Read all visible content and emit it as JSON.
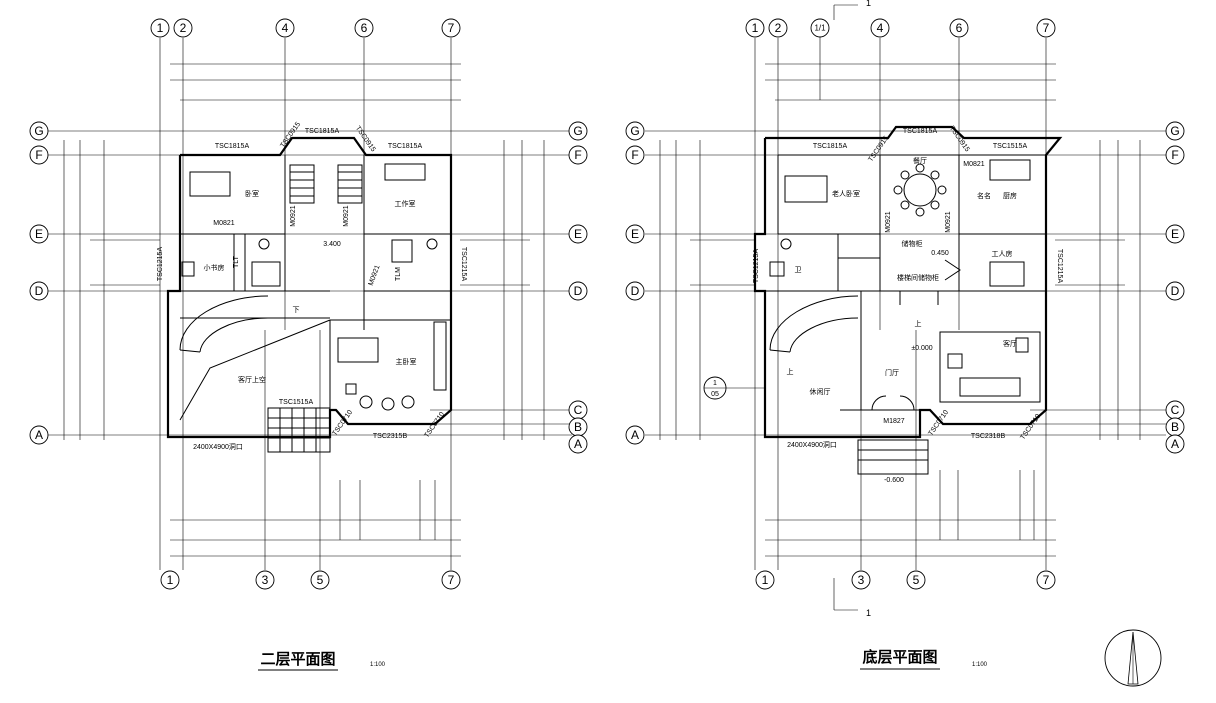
{
  "axes": {
    "numbers_top_left": [
      "1",
      "2",
      "4",
      "6",
      "7"
    ],
    "numbers_bottom_left": [
      "1",
      "3",
      "5",
      "7"
    ],
    "numbers_top_right": [
      "1",
      "2",
      "1/1",
      "4",
      "6",
      "7"
    ],
    "numbers_bottom_right": [
      "1",
      "3",
      "5",
      "7"
    ],
    "letters_left": [
      "G",
      "F",
      "E",
      "D",
      "A"
    ],
    "letters_right": [
      "G",
      "F",
      "E",
      "D",
      "C",
      "B",
      "A"
    ],
    "letters_right_outer": [
      "C",
      "B",
      "A"
    ]
  },
  "second_floor": {
    "title": "二层平面图",
    "scale": "1:100",
    "rooms": {
      "bedroom": "卧室",
      "study": "工作室",
      "small_study": "小书房",
      "master_bedroom": "主卧室",
      "living_upper": "客厅上空",
      "down": "下",
      "toilet_a": "TLT",
      "toilet_b": "TLM"
    },
    "windows": {
      "g_left": "TSC1815A",
      "g_mid": "TSC1815A",
      "g_right": "TSC1815A",
      "bay_left": "TSC0915",
      "bay_right": "TSC0915",
      "side_left": "TSC1215A",
      "side_right": "TSC1215A",
      "bottom": "TSC1515A",
      "bottom_right": "TSC2315B",
      "corner_a": "TSC0710",
      "corner_b": "TSC0710",
      "opening": "2400X4900洞口"
    },
    "doors": [
      "M0821",
      "M0921",
      "M0921",
      "M0921"
    ],
    "elevation": "3.400"
  },
  "ground_floor": {
    "title": "底层平面图",
    "scale": "1:100",
    "rooms": {
      "elder_bedroom": "老人卧室",
      "dining": "餐厅",
      "kitchen": "厨房",
      "kitchen_prefix": "名名",
      "bath": "卫",
      "servant": "工人房",
      "living": "客厅",
      "foyer": "门厅",
      "leisure": "休闲厅",
      "up_a": "上",
      "up_b": "上",
      "storage": "储物柜",
      "stair_note": "楼梯间储物柜"
    },
    "windows": {
      "g_left": "TSC1815A",
      "g_mid": "TSC1815A",
      "g_right": "TSC1515A",
      "bay_left": "TSC0915",
      "bay_right": "TSC0915",
      "side_left": "TSC1215A",
      "side_right": "TSC1215A",
      "bottom_right": "TSC2318B",
      "corner_a": "TSC0710",
      "corner_b": "TSC0710",
      "opening": "2400X4900洞口"
    },
    "doors": [
      "M0821",
      "M0921",
      "M0921",
      "M1827"
    ],
    "elevations": [
      "±0.000",
      "0.450",
      "-0.600"
    ],
    "section_mark": "1",
    "detail_ref_top": "1",
    "detail_ref_bottom": "05"
  },
  "icons": [
    "north-arrow-icon",
    "section-marker-icon"
  ]
}
